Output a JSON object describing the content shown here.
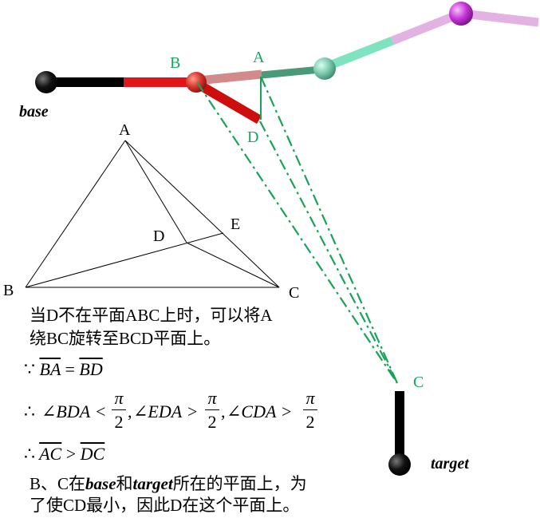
{
  "robot": {
    "labels": {
      "base": "base",
      "target": "target",
      "B": "B",
      "A": "A",
      "D": "D",
      "C": "C"
    },
    "colors": {
      "black_link": "#000000",
      "red_link": "#e0161a",
      "dark_red_link": "#d41010",
      "faded_red_link": "#d28a8a",
      "green_link": "#4a9a79",
      "aqua_link": "#7ee3bf",
      "pink_link": "#e2b2e2",
      "magenta_joint": "#c533d6",
      "dash_green": "#19a35a",
      "label_green": "#12a860"
    }
  },
  "triangle": {
    "labels": {
      "A": "A",
      "B": "B",
      "C": "C",
      "D": "D",
      "E": "E"
    }
  },
  "text": {
    "line1": "当D不在平面ABC上时，可以将A",
    "line2": "绕BC旋转至BCD平面上。",
    "because": "∵",
    "therefore": "∴",
    "eq_left": "BA",
    "eq_sign": "=",
    "eq_right": "BD",
    "angle1": "∠BDA",
    "lt": "<",
    "pi": "π",
    "two": "2",
    "angle2": "∠EDA",
    "gt": ">",
    "angle3": "∠CDA",
    "comma": ",",
    "ineq_left": "AC",
    "ineq_right": "DC",
    "concl_pre": "B、C在",
    "concl_base": "base",
    "concl_and": "和",
    "concl_target": "target",
    "concl_post": "所在的平面上，为",
    "concl_line2": "了使CD最小，因此D在这个平面上。"
  }
}
